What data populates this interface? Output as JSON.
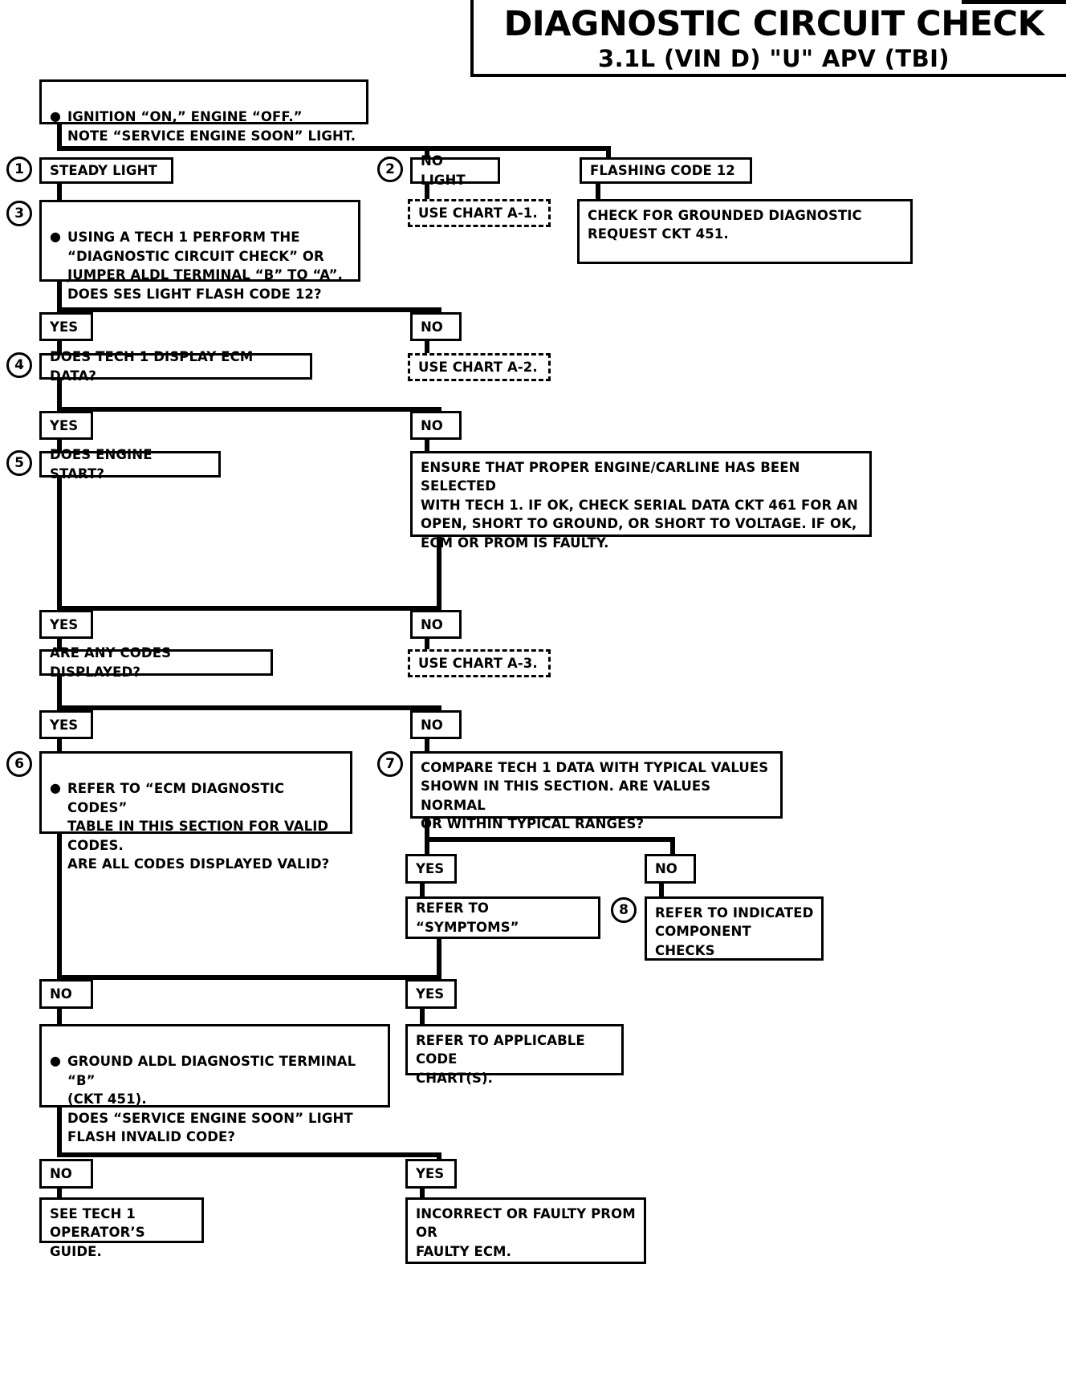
{
  "header": {
    "title": "DIAGNOSTIC CIRCUIT CHECK",
    "subtitle": "3.1L  (VIN D)  \"U\"  APV  (TBI)"
  },
  "nodes": {
    "start": {
      "bullet": "●",
      "text": "IGNITION “ON,” ENGINE “OFF.”\nNOTE “SERVICE ENGINE SOON” LIGHT."
    },
    "steady_light": {
      "text": "STEADY LIGHT",
      "step": "1"
    },
    "no_light": {
      "text": "NO LIGHT",
      "step": "2"
    },
    "flashing_code_12": {
      "text": "FLASHING CODE 12"
    },
    "use_chart_a1": {
      "text": "USE CHART A-1."
    },
    "check_grounded": {
      "text": "CHECK FOR GROUNDED DIAGNOSTIC\nREQUEST CKT 451."
    },
    "step3": {
      "step": "3",
      "bullet": "●",
      "text": "USING A TECH 1 PERFORM THE\n“DIAGNOSTIC CIRCUIT CHECK” OR\nJUMPER  ALDL TERMINAL “B” TO “A”.\nDOES SES LIGHT FLASH CODE 12?"
    },
    "step4": {
      "step": "4",
      "text": "DOES TECH 1 DISPLAY ECM DATA?"
    },
    "use_chart_a2": {
      "text": "USE CHART A-2."
    },
    "step5": {
      "step": "5",
      "text": "DOES ENGINE START?"
    },
    "ensure_proper": {
      "text": "ENSURE THAT PROPER ENGINE/CARLINE HAS BEEN SELECTED\nWITH TECH 1. IF OK, CHECK SERIAL DATA CKT 461 FOR AN\nOPEN, SHORT TO GROUND, OR SHORT TO VOLTAGE.  IF OK,\nECM OR PROM IS FAULTY."
    },
    "any_codes": {
      "text": "ARE ANY CODES DISPLAYED?"
    },
    "use_chart_a3": {
      "text": "USE CHART A-3."
    },
    "step6": {
      "step": "6",
      "bullet": "●",
      "text": "REFER TO “ECM DIAGNOSTIC CODES”\nTABLE IN THIS SECTION FOR VALID\nCODES.\nARE ALL CODES DISPLAYED VALID?"
    },
    "step7": {
      "step": "7",
      "text": "COMPARE TECH 1 DATA WITH TYPICAL VALUES\nSHOWN IN THIS SECTION.  ARE VALUES NORMAL\nOR WITHIN TYPICAL RANGES?"
    },
    "refer_symptoms": {
      "text": "REFER TO “SYMPTOMS”"
    },
    "step8": {
      "step": "8",
      "text": "REFER TO INDICATED\nCOMPONENT\nCHECKS"
    },
    "ground_aldl": {
      "bullet": "●",
      "text": "GROUND ALDL DIAGNOSTIC TERMINAL “B”\n(CKT 451).\nDOES “SERVICE ENGINE SOON” LIGHT\nFLASH INVALID CODE?"
    },
    "refer_applicable": {
      "text": "REFER TO APPLICABLE CODE\nCHART(S)."
    },
    "see_tech1": {
      "text": "SEE TECH 1\nOPERATOR’S GUIDE."
    },
    "incorrect_prom": {
      "text": "INCORRECT OR FAULTY PROM\nOR\nFAULTY ECM."
    }
  },
  "branches": {
    "yes3": "YES",
    "no3": "NO",
    "yes4": "YES",
    "no4": "NO",
    "yes5": "YES",
    "no5": "NO",
    "yes_codes": "YES",
    "no_codes": "NO",
    "yes7": "YES",
    "no7": "NO",
    "no6": "NO",
    "yes6": "YES",
    "no_ground": "NO",
    "yes_ground": "YES"
  },
  "colors": {
    "ink": "#000000",
    "paper": "#ffffff"
  }
}
